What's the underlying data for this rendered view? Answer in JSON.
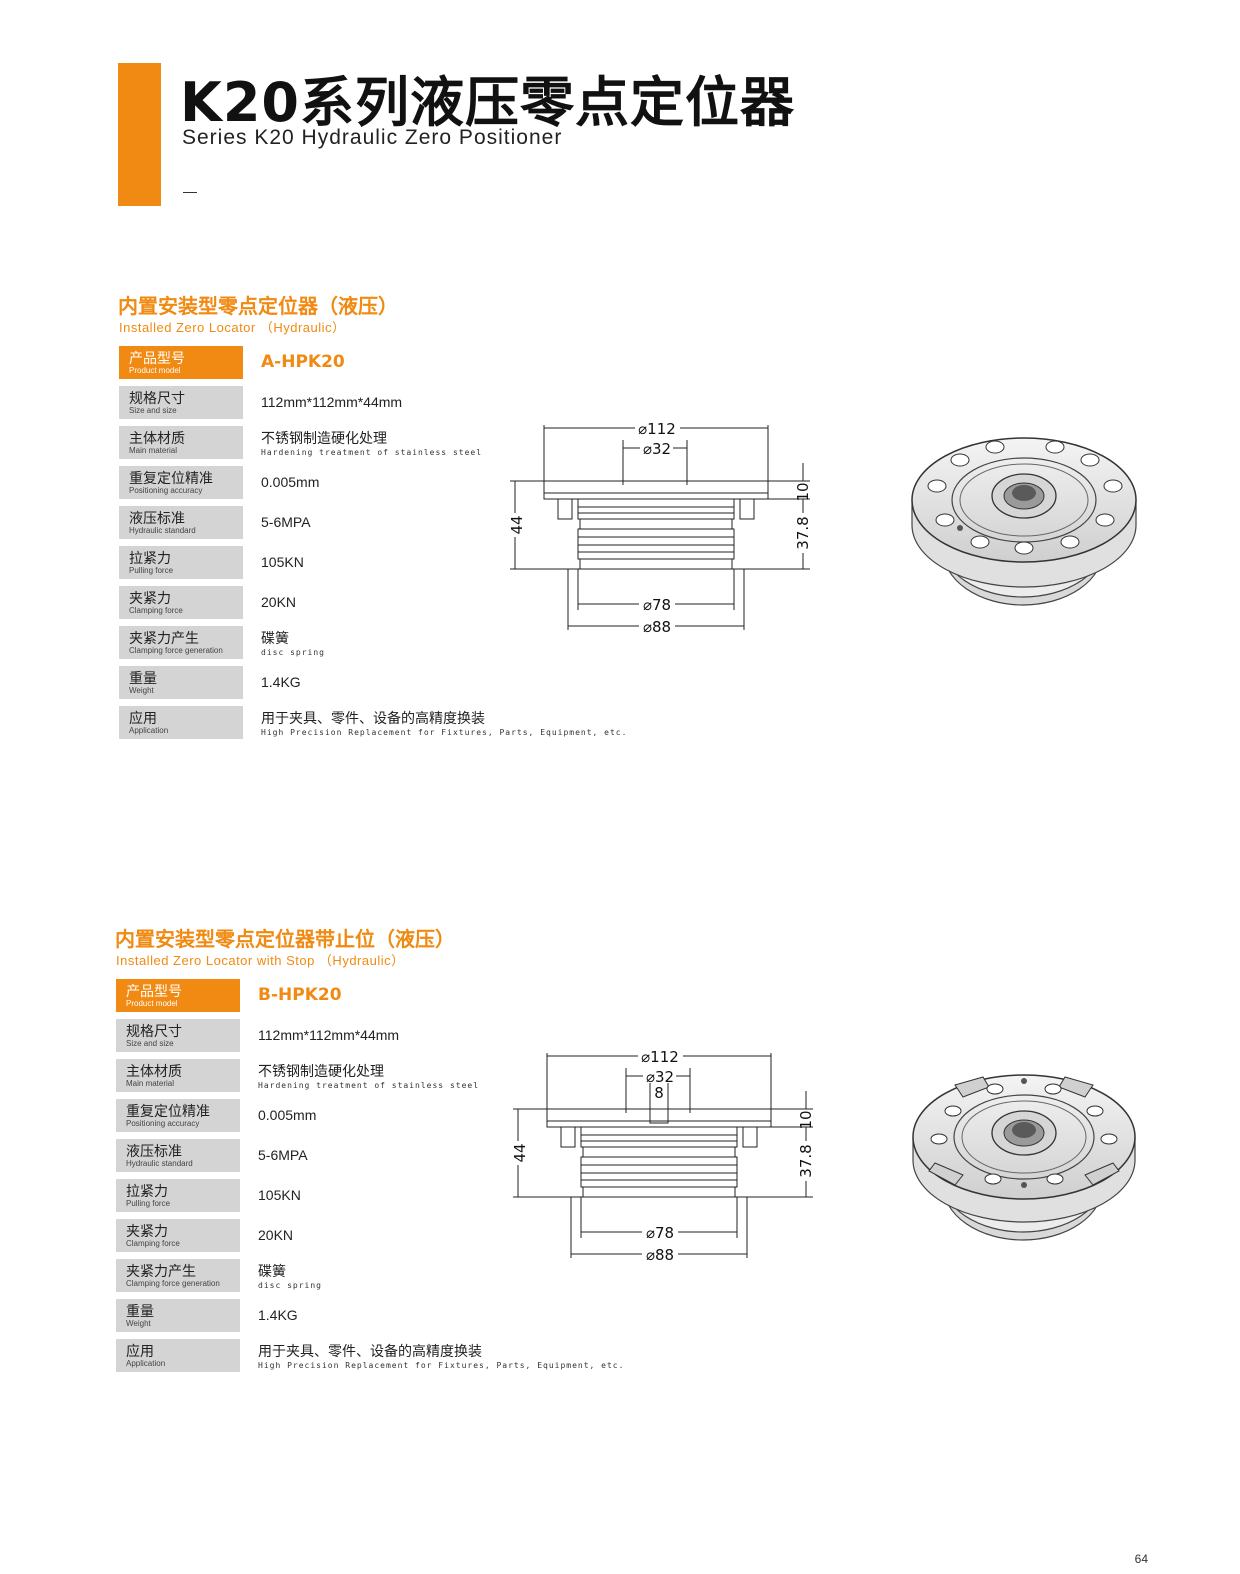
{
  "header": {
    "title": "K20系列液压零点定位器",
    "subtitle": "Series K20 Hydraulic Zero Positioner"
  },
  "sections": [
    {
      "title": "内置安装型零点定位器（液压）",
      "subtitle": "Installed Zero Locator （Hydraulic）",
      "specs": [
        {
          "label_cn": "产品型号",
          "label_en": "Product model",
          "value": "A-HPK20"
        },
        {
          "label_cn": "规格尺寸",
          "label_en": "Size and size",
          "value": "112mm*112mm*44mm"
        },
        {
          "label_cn": "主体材质",
          "label_en": "Main material",
          "value": "不锈钢制造硬化处理",
          "value_en": "Hardening treatment of stainless steel"
        },
        {
          "label_cn": "重复定位精准",
          "label_en": "Positioning accuracy",
          "value": "0.005mm"
        },
        {
          "label_cn": "液压标准",
          "label_en": "Hydraulic standard",
          "value": "5-6MPA"
        },
        {
          "label_cn": "拉紧力",
          "label_en": "Pulling force",
          "value": "105KN"
        },
        {
          "label_cn": "夹紧力",
          "label_en": "Clamping force",
          "value": "20KN"
        },
        {
          "label_cn": "夹紧力产生",
          "label_en": "Clamping force generation",
          "value": "碟簧",
          "value_en": "disc spring"
        },
        {
          "label_cn": "重量",
          "label_en": "Weight",
          "value": "1.4KG"
        },
        {
          "label_cn": "应用",
          "label_en": "Application",
          "value": "用于夹具、零件、设备的高精度换装",
          "value_en": "High Precision Replacement for Fixtures, Parts, Equipment, etc."
        }
      ],
      "dims": {
        "d_top": "⌀112",
        "d_inner": "⌀32",
        "height": "44",
        "top": "10",
        "body": "37.8",
        "d_mid": "⌀78",
        "d_bottom": "⌀88"
      }
    },
    {
      "title": "内置安装型零点定位器带止位（液压）",
      "subtitle": "Installed Zero Locator with Stop （Hydraulic）",
      "specs": [
        {
          "label_cn": "产品型号",
          "label_en": "Product model",
          "value": "B-HPK20"
        },
        {
          "label_cn": "规格尺寸",
          "label_en": "Size and size",
          "value": "112mm*112mm*44mm"
        },
        {
          "label_cn": "主体材质",
          "label_en": "Main material",
          "value": "不锈钢制造硬化处理",
          "value_en": "Hardening treatment of stainless steel"
        },
        {
          "label_cn": "重复定位精准",
          "label_en": "Positioning accuracy",
          "value": "0.005mm"
        },
        {
          "label_cn": "液压标准",
          "label_en": "Hydraulic standard",
          "value": "5-6MPA"
        },
        {
          "label_cn": "拉紧力",
          "label_en": "Pulling force",
          "value": "105KN"
        },
        {
          "label_cn": "夹紧力",
          "label_en": "Clamping force",
          "value": "20KN"
        },
        {
          "label_cn": "夹紧力产生",
          "label_en": "Clamping force generation",
          "value": "碟簧",
          "value_en": "disc spring"
        },
        {
          "label_cn": "重量",
          "label_en": "Weight",
          "value": "1.4KG"
        },
        {
          "label_cn": "应用",
          "label_en": "Application",
          "value": "用于夹具、零件、设备的高精度换装",
          "value_en": "High Precision Replacement for Fixtures, Parts, Equipment, etc."
        }
      ],
      "dims": {
        "d_top": "⌀112",
        "d_inner": "⌀32",
        "stop": "8",
        "height": "44",
        "top": "10",
        "body": "37.8",
        "d_mid": "⌀78",
        "d_bottom": "⌀88"
      }
    }
  ],
  "page_number": "64",
  "colors": {
    "accent": "#f08a12",
    "label_bg": "#d4d4d4"
  }
}
